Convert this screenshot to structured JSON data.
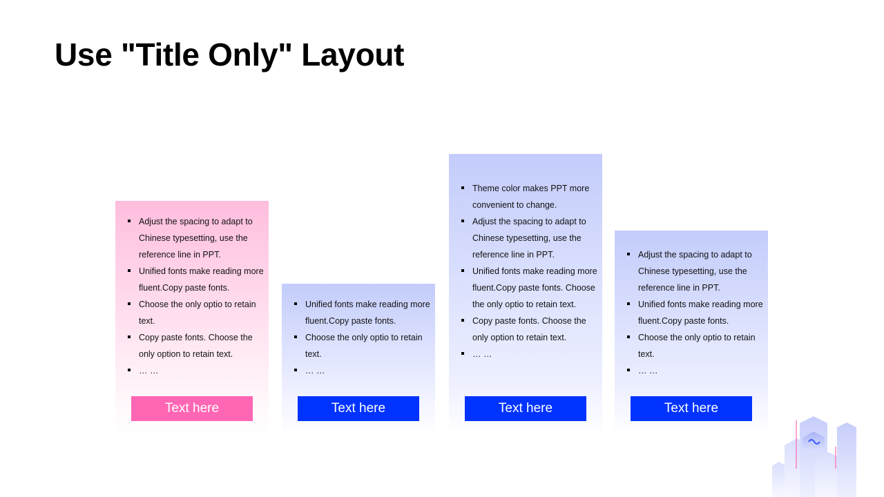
{
  "slide": {
    "title": "Use \"Title Only\" Layout"
  },
  "cards": [
    {
      "bullets": [
        "Adjust the spacing to adapt to Chinese  typesetting, use the reference line in PPT.",
        "Unified  fonts make reading more fluent.Copy paste fonts.",
        "Choose the only optio to retain text.",
        "Copy paste  fonts. Choose the only option to retain text.",
        "… …"
      ],
      "button_label": "Text here",
      "button_color": "#ff66b3"
    },
    {
      "bullets": [
        "Unified  fonts make reading more fluent.Copy paste fonts.",
        "Choose the only optio to retain text.",
        "… …"
      ],
      "button_label": "Text here",
      "button_color": "#0033ff"
    },
    {
      "bullets": [
        "Theme  color makes PPT more convenient  to change.",
        "Adjust the spacing to adapt to Chinese  typesetting, use the reference line in PPT.",
        "Unified  fonts make reading more fluent.Copy paste fonts. Choose the only optio to retain text.",
        "Copy paste  fonts. Choose the only option to retain text.",
        "… …"
      ],
      "button_label": "Text here",
      "button_color": "#0033ff"
    },
    {
      "bullets": [
        "Adjust the spacing to adapt to Chinese  typesetting, use the reference line in PPT.",
        "Unified  fonts make reading more fluent.Copy paste fonts.",
        "Choose the only optio to retain text.",
        "… …"
      ],
      "button_label": "Text here",
      "button_color": "#0033ff"
    }
  ],
  "colors": {
    "accent_pink": "#ff66b3",
    "accent_blue": "#0033ff",
    "card_pink_top": "#ffbede",
    "card_blue_top": "#c3ccfb"
  },
  "decoration": {
    "icon": "building-cityscape-icon"
  }
}
